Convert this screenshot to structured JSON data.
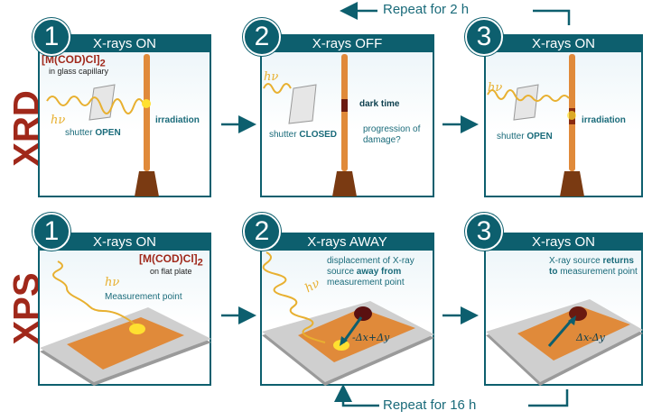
{
  "row_labels": {
    "xrd": "XRD",
    "xps": "XPS"
  },
  "repeat": {
    "top": "Repeat for 2 h",
    "bottom": "Repeat for 16 h"
  },
  "hv": "hν",
  "compound": {
    "main": "[M(COD)Cl]",
    "subscript": "2"
  },
  "xrd": [
    {
      "number": "1",
      "title": "X-rays ON",
      "compound_note": "in glass capillary",
      "shutter": "shutter ",
      "shutter_state": "OPEN",
      "effect": "irradiation"
    },
    {
      "number": "2",
      "title": "X-rays OFF",
      "shutter": "shutter ",
      "shutter_state": "CLOSED",
      "effect": "dark time",
      "question": "progression of damage?"
    },
    {
      "number": "3",
      "title": "X-rays ON",
      "shutter": "shutter ",
      "shutter_state": "OPEN",
      "effect": "irradiation"
    }
  ],
  "xps": [
    {
      "number": "1",
      "title": "X-rays ON",
      "compound_note": "on flat plate",
      "note": "Measurement point"
    },
    {
      "number": "2",
      "title": "X-rays AWAY",
      "note_a": "displacement of X-ray source ",
      "note_b": "away from",
      "note_c": " measurement point",
      "delta": "-Δx+Δy"
    },
    {
      "number": "3",
      "title": "X-rays ON",
      "note_a": "X-ray source ",
      "note_b": "returns",
      "note_c": " to",
      "note_d": " measurement point",
      "delta": "Δx-Δy"
    }
  ],
  "colors": {
    "teal": "#0d5f6e",
    "red": "#a0281a",
    "orange": "#e08a3a",
    "beam": "#e8b030"
  }
}
